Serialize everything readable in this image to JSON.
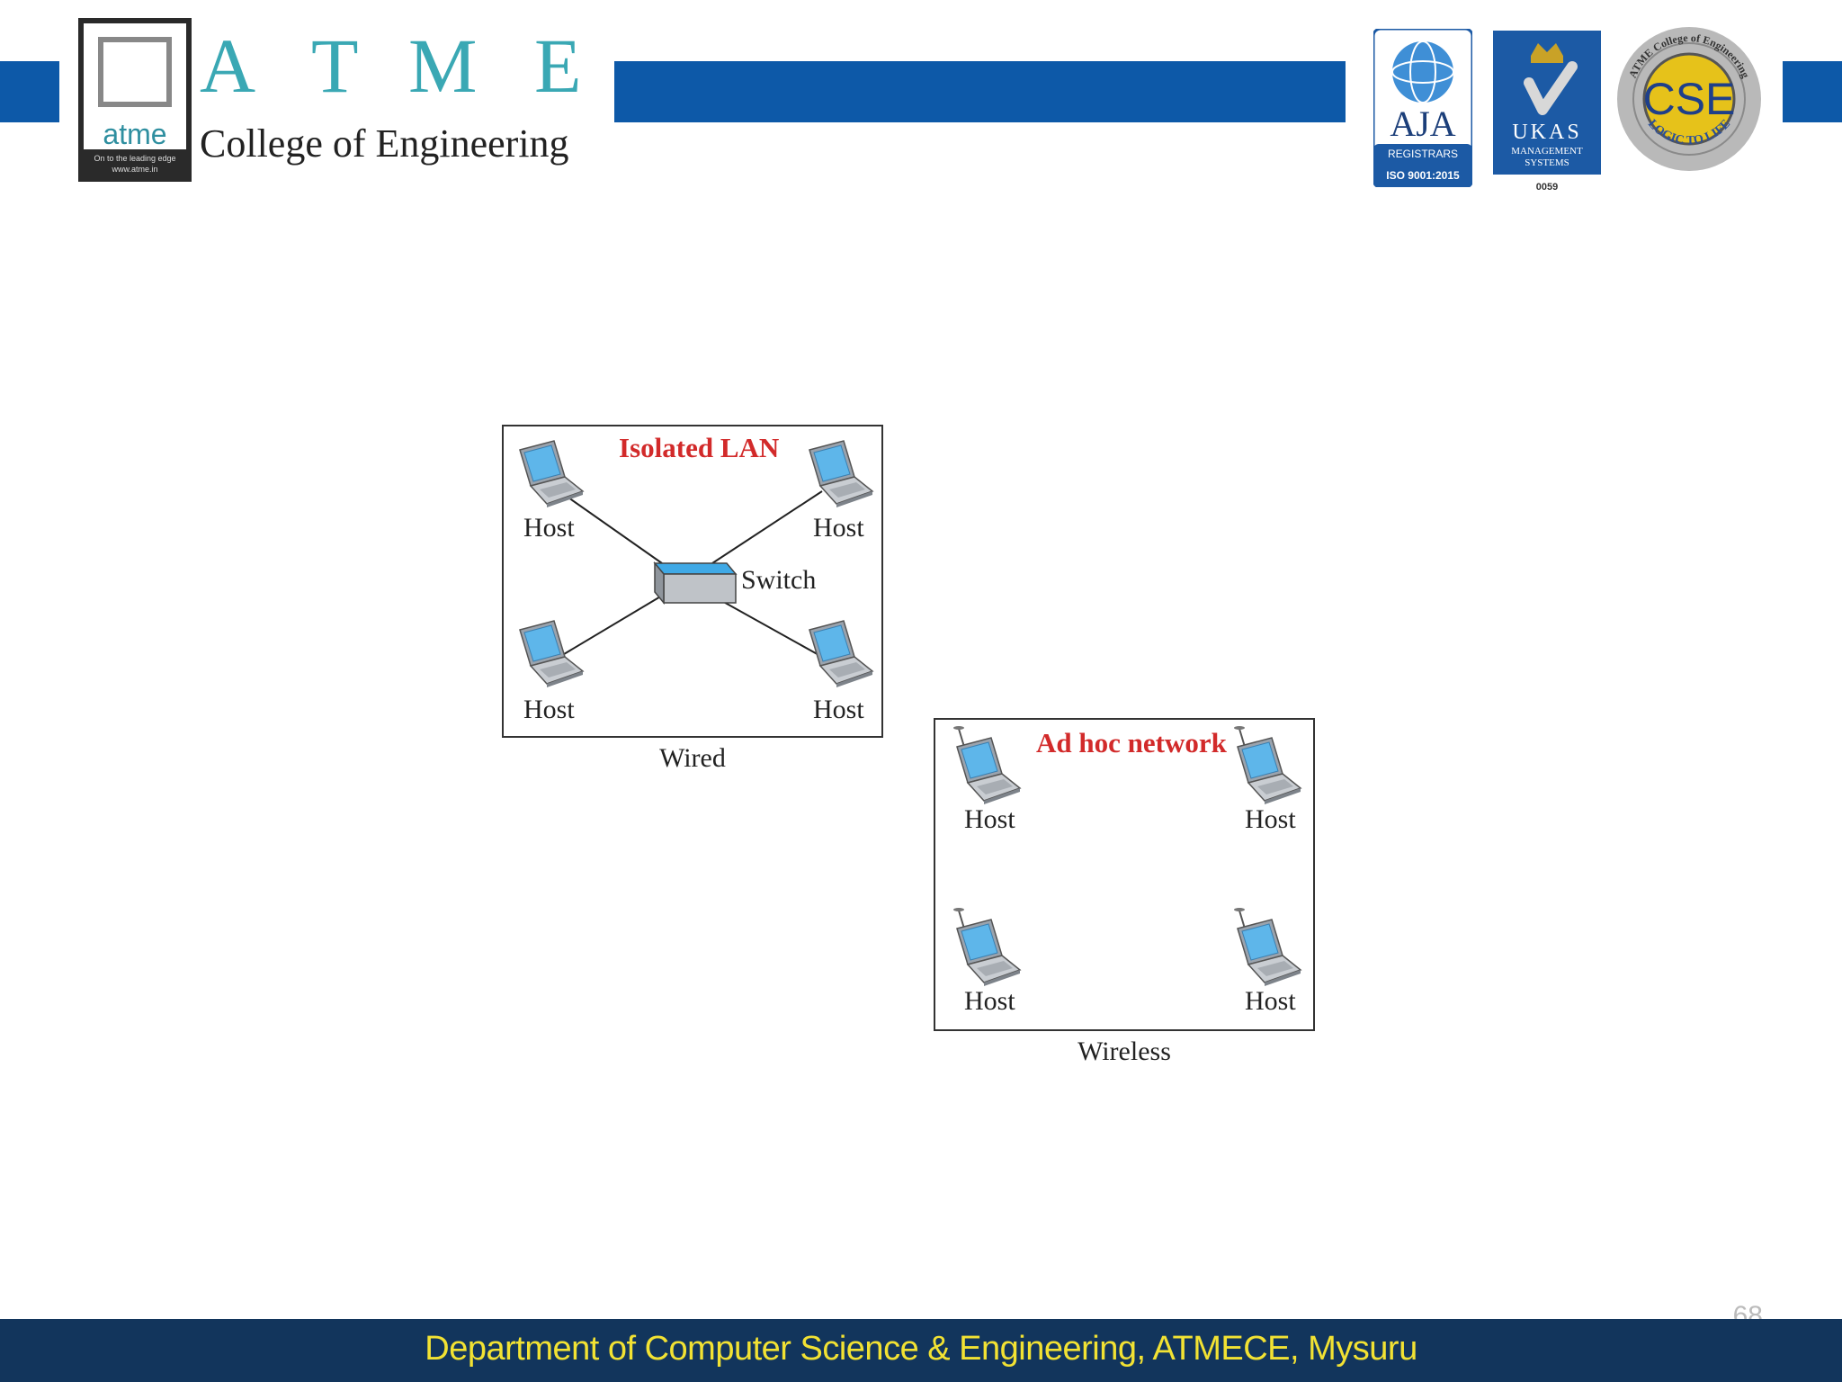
{
  "header": {
    "logo_word": "atme",
    "logo_tagline": "On to the leading edge",
    "logo_url": "www.atme.in",
    "title_letters": [
      "A",
      "T",
      "M",
      "E"
    ],
    "subtitle": "College of Engineering",
    "badges": {
      "aja_name": "AJA",
      "aja_registrars": "REGISTRARS",
      "aja_iso": "ISO 9001:2015",
      "ukas_name": "UKAS",
      "ukas_sub1": "MANAGEMENT",
      "ukas_sub2": "SYSTEMS",
      "ukas_code": "0059",
      "cse_name": "CSE",
      "cse_ring_top": "ATME College of Engineering",
      "cse_ring_bottom": "LOGIC TO LIFE"
    }
  },
  "diagram": {
    "wired": {
      "title": "Isolated LAN",
      "switch_label": "Switch",
      "host_label": "Host",
      "caption": "Wired"
    },
    "wireless": {
      "title": "Ad hoc network",
      "host_label": "Host",
      "caption": "Wireless"
    }
  },
  "footer": {
    "text": "Department of Computer Science & Engineering, ATMECE, Mysuru"
  },
  "page_number": "68",
  "colors": {
    "band_blue": "#0d59a8",
    "footer_navy": "#12355c",
    "footer_text": "#f2e233",
    "diagram_title_red": "#d22a2a",
    "laptop_screen": "#5eb6ea"
  }
}
